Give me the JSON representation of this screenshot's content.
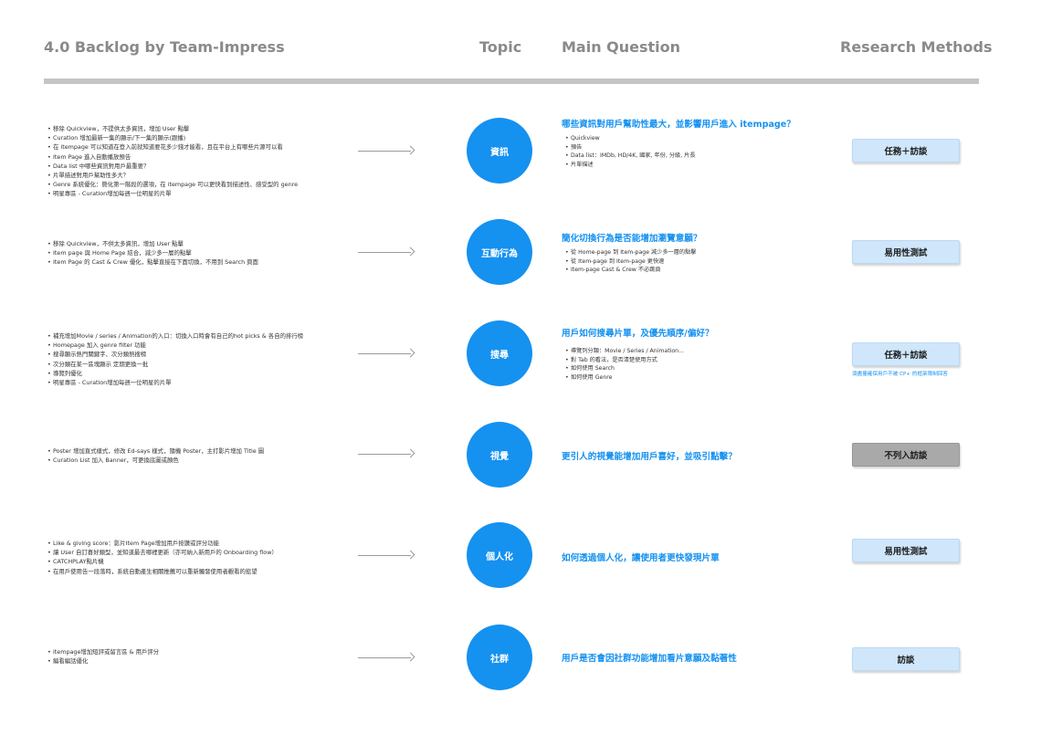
{
  "header": {
    "title": "4.0 Backlog by Team-Impress",
    "topic": "Topic",
    "main_question": "Main Question",
    "research_methods": "Research Methods"
  },
  "colors": {
    "accent": "#1591f0",
    "method_bg": "#cfe6fb",
    "method_excluded_bg": "#a9a9a9",
    "rule": "#c4c4c4"
  },
  "rows": [
    {
      "bullets": [
        "移除 Quickview，不提供太多資訊，增加 User 點擊",
        "Curation 增加最新一集的顯示/下一集的顯示(跟播)",
        "在 itempage 可以知道在登入前就知道要花多少錢才能看，且在平台上有哪些片源可以看",
        "Item Page 進入自動播放預告",
        "Data list 中哪些資訊對用戶最重要？",
        "片單描述對用戶幫助性多大？",
        "Genre 系統優化：簡化第一階段的選項，在 itempage 可以更快看到描述性、感受型的 genre",
        "明星專區 - Curation增加每週一位明星的片單"
      ],
      "topic": "資訊",
      "question": "哪些資訊對用戶幫助性最大，並影響用戶進入 itempage？",
      "subs": [
        "Quickview",
        "預告",
        "Data list：IMDb, HD/4K, 國家, 年份, 分級, 片長",
        "片單描述"
      ],
      "method": "任務＋訪談",
      "note": "",
      "excluded": false
    },
    {
      "bullets": [
        "移除 Quickview，不供太多資訊，增加 User 點擊",
        "Item page 與 Home Page 結合，減少多一層的點擊",
        "Item Page 的 Cast & Crew 優化，點擊直接在下面切換，不用到 Search 頁面"
      ],
      "topic": "互動行為",
      "question": "簡化切換行為是否能增加瀏覽意願？",
      "subs": [
        "從 Home-page 到 Item-page 減少多一層的點擊",
        "從 Item-page 到 Item-page 更快速",
        "Item-page Cast & Crew 不必跳頁"
      ],
      "method": "易用性測試",
      "note": "",
      "excluded": false
    },
    {
      "bullets": [
        "補充增加Movie / series / Animation的入口：切換入口時會有自己的hot picks & 各自的排行榜",
        "Homepage 加入 genre filter 功能",
        "搜尋顯示熱門關鍵字、次分類熱搜榜",
        "次分類在某一區塊顯示 定期更換一批",
        "導覽列優化",
        "明星專區 - Curation增加每週一位明星的片單"
      ],
      "topic": "搜尋",
      "question": "用戶如何搜尋片單，及優先順序/偏好？",
      "subs": [
        "導覽列分類：Movie / Series / Animation...",
        "對 Tab 的看法，是否清楚使用方式",
        "如何使用 Search",
        "如何使用 Genre"
      ],
      "method": "任務＋訪談",
      "note": "須盡量確保用戶不被 CP+ 的框架限制回答",
      "excluded": false
    },
    {
      "bullets": [
        "Poster 增加直式樣式，修改 Ed-says 樣式，隨機 Poster，主打影片增加 Title 圖",
        "Curation List 加入 Banner，可更換底圖或顏色"
      ],
      "topic": "視覺",
      "question": "更引人的視覺能增加用戶喜好，並吸引點擊？",
      "subs": [],
      "method": "不列入訪談",
      "note": "",
      "excluded": true
    },
    {
      "bullets": [
        "Like & giving score：影片Item Page增加用戶按讚或評分功能",
        "讓 User 自訂喜好類型，並知道最去哪裡更新（亦可納入新用戶的 Onboarding flow）",
        "CATCHPLAY點片機",
        "在用戶使用告一段落時，系統自動產生相關推薦可以重新觸發使用者觀看的慾望"
      ],
      "topic": "個人化",
      "question": "如何透過個人化，讓使用者更快發現片單",
      "subs": [],
      "method": "易用性測試",
      "note": "",
      "excluded": false
    },
    {
      "bullets": [
        "itempage增加短評或留言區 & 用戶評分",
        "編看編話優化"
      ],
      "topic": "社群",
      "question": "用戶是否會因社群功能增加看片意願及黏著性",
      "subs": [],
      "method": "訪談",
      "note": "",
      "excluded": false
    }
  ]
}
